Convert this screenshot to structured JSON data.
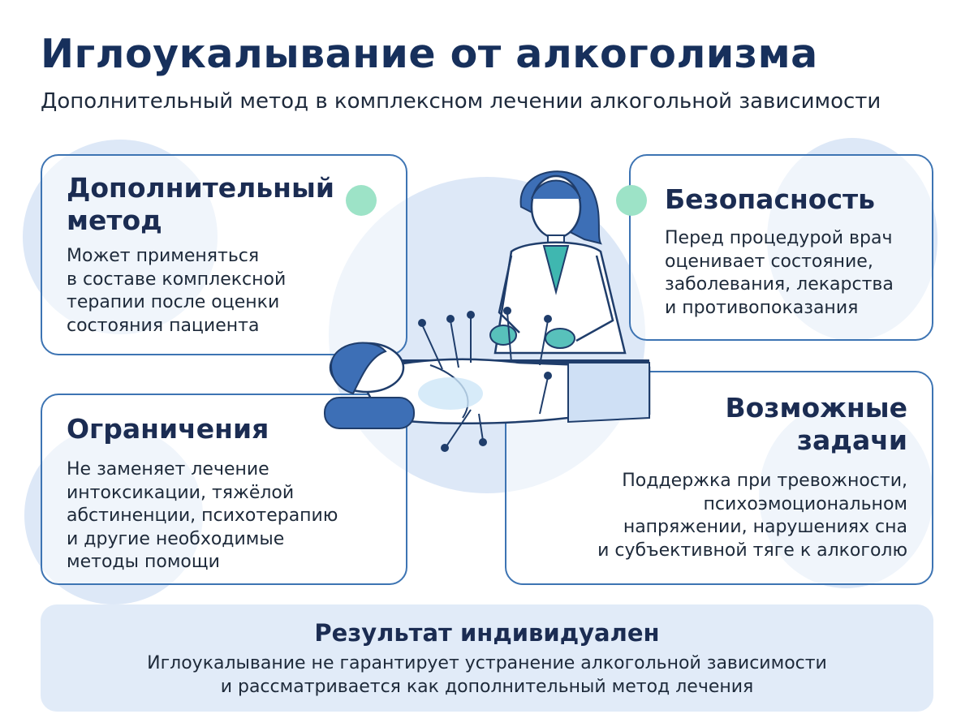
{
  "header": {
    "title": "Иглоукалывание от алкоголизма",
    "subtitle": "Дополнительный метод в комплексном лечении алкогольной зависимости"
  },
  "cards": {
    "additional": {
      "heading_line1": "Дополнительный",
      "heading_line2": "метод",
      "lines": [
        "Может применяться",
        "в составе комплексной",
        "терапии после оценки",
        "состояния пациента"
      ]
    },
    "safety": {
      "heading": "Безопасность",
      "lines": [
        "Перед процедурой врач",
        "оценивает состояние,",
        "заболевания, лекарства",
        "и противопоказания"
      ]
    },
    "limits": {
      "heading": "Ограничения",
      "lines": [
        "Не заменяет лечение",
        "интоксикации, тяжёлой",
        "абстиненции, психотерапию",
        "и другие необходимые",
        "методы помощи"
      ]
    },
    "tasks": {
      "heading_line1": "Возможные",
      "heading_line2": "задачи",
      "lines": [
        "Поддержка при тревожности,",
        "психоэмоциональном",
        "напряжении, нарушениях сна",
        "и субъективной тяге к алкоголю"
      ]
    }
  },
  "result": {
    "title": "Результат индивидуален",
    "line1": "Иглоукалывание не гарантирует устранение алкогольной зависимости",
    "line2": "и рассматривается как дополнительный метод лечения"
  },
  "colors": {
    "title": "#17305c",
    "card_border": "#3d74b3",
    "accent_dot": "#9de3c7",
    "blob": "#dde8f7",
    "result_bg": "#e1ebf8"
  }
}
